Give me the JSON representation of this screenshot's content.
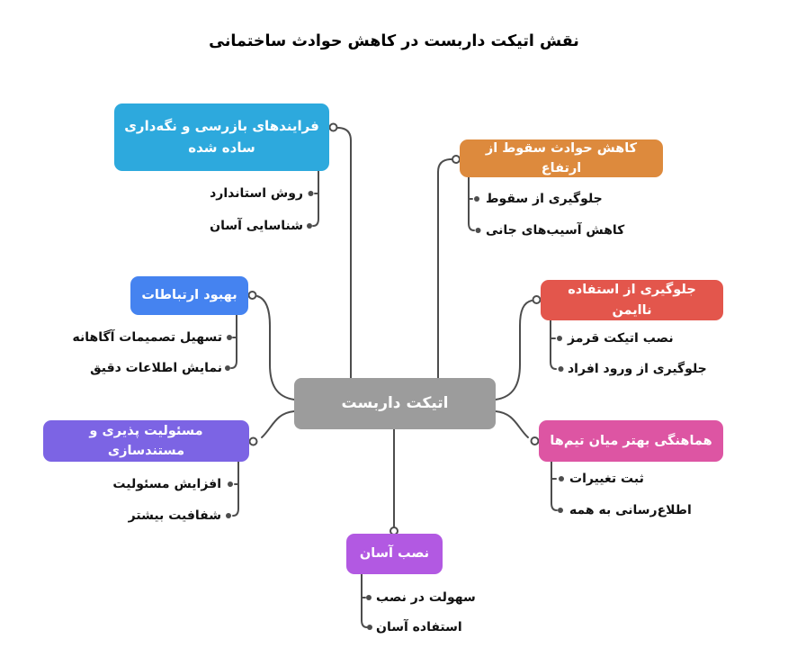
{
  "title": "نقش اتیکت داربست در کاهش حوادث ساختمانی",
  "colors": {
    "edge": "#4d4d4d",
    "center": "#9c9c9c",
    "inspection": "#2da9dd",
    "falls": "#dd8a3d",
    "communication": "#4583f0",
    "unsafe": "#e3564c",
    "accountability": "#7c64e4",
    "coordination": "#dd55a3",
    "installation": "#b259e2"
  },
  "center": {
    "label": "اتیکت داربست"
  },
  "branches": {
    "inspection": {
      "label": "فرایندهای بازرسی و نگه‌داری ساده شده",
      "children": [
        "روش استاندارد",
        "شناسایی آسان"
      ]
    },
    "falls": {
      "label": "کاهش حوادث سقوط از ارتفاع",
      "children": [
        "جلوگیری از سقوط",
        "کاهش آسیب‌های جانی"
      ]
    },
    "communication": {
      "label": "بهبود ارتباطات",
      "children": [
        "تسهیل تصمیمات آگاهانه",
        "نمایش اطلاعات دقیق"
      ]
    },
    "unsafe": {
      "label": "جلوگیری از استفاده ناایمن",
      "children": [
        "نصب اتیکت قرمز",
        "جلوگیری از ورود افراد"
      ]
    },
    "accountability": {
      "label": "مسئولیت پذیری و مستندسازی",
      "children": [
        "افزایش مسئولیت",
        "شفافیت بیشتر"
      ]
    },
    "coordination": {
      "label": "هماهنگی بهتر میان تیم‌ها",
      "children": [
        "ثبت تغییرات",
        "اطلاع‌رسانی به همه"
      ]
    },
    "installation": {
      "label": "نصب آسان",
      "children": [
        "سهولت در نصب",
        "استفاده آسان"
      ]
    }
  }
}
